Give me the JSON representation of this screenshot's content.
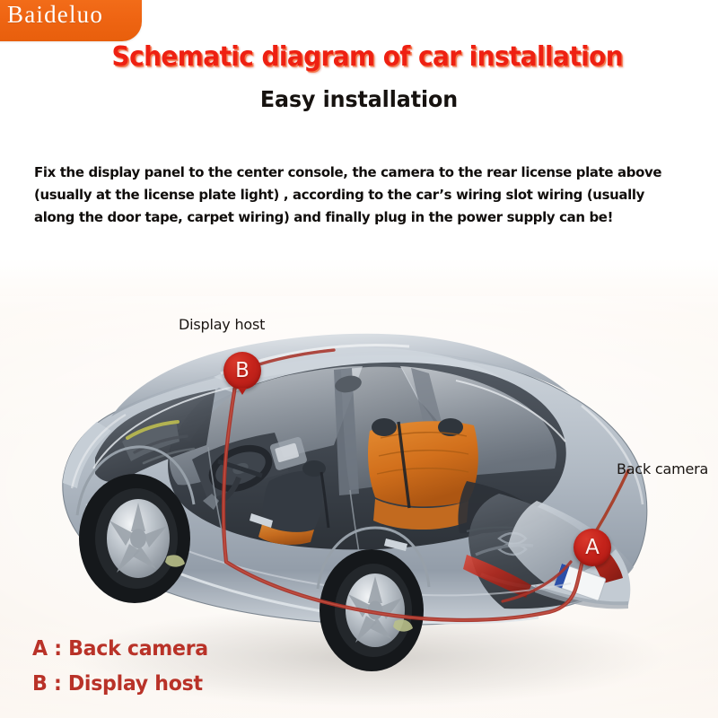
{
  "brand": {
    "name": "Baideluo",
    "badge_color": "#ef6513",
    "text_color": "#ffffff"
  },
  "header": {
    "title": "Schematic diagram of car installation",
    "title_color": "#ee2012",
    "subtitle": "Easy installation",
    "subtitle_color": "#16120f"
  },
  "instructions": {
    "body": "Fix the display panel to the center console, the camera to the rear license plate above (usually at the license plate light) , according to the car’s wiring slot wiring (usually along the door tape, carpet wiring) and finally plug in the power supply can be!"
  },
  "diagram": {
    "callouts": [
      {
        "id": "B",
        "label": "Display host",
        "marker": "B"
      },
      {
        "id": "A",
        "label": "Back camera",
        "marker": "A"
      }
    ],
    "marker_color": "#c5231b",
    "marker_text_color": "#fdf1ef",
    "cable_color": "#a8342a",
    "body_color": "#b9bfc7",
    "interior_color": "#3a3f46",
    "seat_color": "#d9741f",
    "taillight_color": "#b82a20"
  },
  "legend": {
    "color": "#b93228",
    "items": [
      {
        "key": "A",
        "text": "A : Back camera"
      },
      {
        "key": "B",
        "text": "B : Display host"
      }
    ]
  }
}
